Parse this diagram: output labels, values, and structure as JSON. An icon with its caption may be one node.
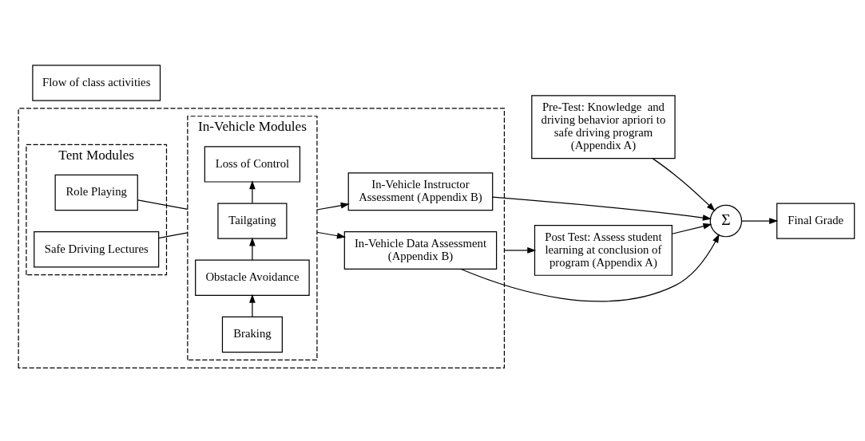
{
  "diagram": {
    "nodes": [
      {
        "text": [
          "Pre-Test: Knowledge  and driving behavior apriori to safe driving program (Appendix A)"
        ]
      },
      {
        "text": [],
        "shape": "box"
      },
      {
        "text": [
          "Tent Modules"
        ],
        "in": 1
      },
      {
        "text": [
          "Role Playing"
        ],
        "in": 2
      },
      {
        "text": [
          "Safe Driving Lectures"
        ],
        "in": 2
      },
      {
        "text": [
          "In-Vehicle Modules"
        ],
        "in": 1
      },
      {
        "text": [
          "Braking"
        ],
        "in": 5
      },
      {
        "text": [
          "Obstacle Avoidance"
        ],
        "in": 5
      },
      {
        "text": [
          "Tailgating"
        ],
        "in": 5
      },
      {
        "text": [
          "Loss of Control"
        ],
        "in": 5
      },
      {
        "text": [
          "In-Vehicle Instructor Assessment (Appendix B)"
        ],
        "in": 1
      },
      {
        "text": [
          "In-Vehicle Data Assessment (Appendix B)"
        ],
        "in": 1
      },
      {
        "text": [
          "Flow of class activities"
        ]
      },
      {
        "text": [
          "Post Test: Assess student learning at conclusion of program (Appendix A)"
        ]
      },
      {
        "text": [
          "Σ"
        ]
      },
      {
        "text": [
          "Final Grade"
        ]
      }
    ],
    "edges": [
      {
        "from": 3,
        "to": 5,
        "arrow": "none"
      },
      {
        "from": 4,
        "to": 5,
        "arrow": "none"
      },
      {
        "from": 6,
        "to": 7,
        "arrow": "to"
      },
      {
        "from": 7,
        "to": 8,
        "arrow": "to"
      },
      {
        "from": 8,
        "to": 9,
        "arrow": "to"
      },
      {
        "from": 5,
        "to": 10,
        "arrow": "to"
      },
      {
        "from": 5,
        "to": 11,
        "arrow": "to"
      },
      {
        "from": 0,
        "to": 14,
        "arrow": "to"
      },
      {
        "from": 10,
        "to": 14,
        "arrow": "to"
      },
      {
        "from": 11,
        "to": 14,
        "arrow": "to"
      },
      {
        "from": 1,
        "to": 13,
        "arrow": "to"
      },
      {
        "from": 13,
        "to": 14,
        "arrow": "to"
      },
      {
        "from": 14,
        "to": 15,
        "arrow": "to"
      }
    ]
  }
}
